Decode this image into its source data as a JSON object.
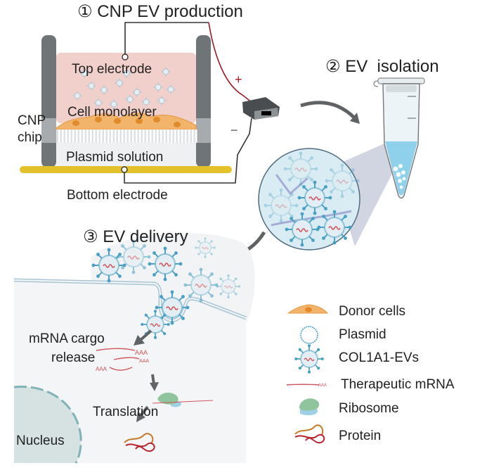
{
  "steps": {
    "production": {
      "number": "①",
      "title": "CNP EV production"
    },
    "isolation": {
      "number": "②",
      "title": "EV  isolation"
    },
    "delivery": {
      "number": "③",
      "title": "EV delivery"
    }
  },
  "chip_labels": {
    "top_electrode": "Top electrode",
    "cell_monolayer": "Cell monolayer",
    "cnp_chip_line1": "CNP",
    "cnp_chip_line2": "chip",
    "plasmid_solution": "Plasmid solution",
    "bottom_electrode": "Bottom electrode",
    "plus": "+",
    "minus": "−"
  },
  "cell_labels": {
    "mrna_release_line1": "mRNA cargo",
    "mrna_release_line2": "release",
    "translation": "Translation",
    "nucleus": "Nucleus",
    "polyA_1": "AAA",
    "polyA_2": "AAA",
    "polyA_3": "AAA"
  },
  "legend": [
    {
      "icon": "donor-cell-icon",
      "label": "Donor cells"
    },
    {
      "icon": "plasmid-icon",
      "label": "Plasmid"
    },
    {
      "icon": "ev-icon",
      "label": "COL1A1-EVs"
    },
    {
      "icon": "mrna-icon",
      "label": "Therapeutic mRNA"
    },
    {
      "icon": "ribosome-icon",
      "label": "Ribosome"
    },
    {
      "icon": "protein-icon",
      "label": "Protein"
    }
  ],
  "colors": {
    "chamber_pink": "#f1cfcb",
    "chip_gray": "#6f7476",
    "electrode_yellow": "#e3c12a",
    "cell_orange": "#f2b36a",
    "nucleus_orange": "#e08a2a",
    "ev_blue": "#4aa0c4",
    "mrna_red": "#d0555a",
    "wire_red": "#9b1c24",
    "arrow_gray": "#5f6365",
    "tube_liquid": "#8fd0ea",
    "cell_bg": "#f3f5f7",
    "nucleus_fill": "#d6e1e2",
    "ribosome_green": "#8fc49d",
    "ribosome_blue": "#9fd0e6",
    "protein_red": "#b8232e"
  }
}
